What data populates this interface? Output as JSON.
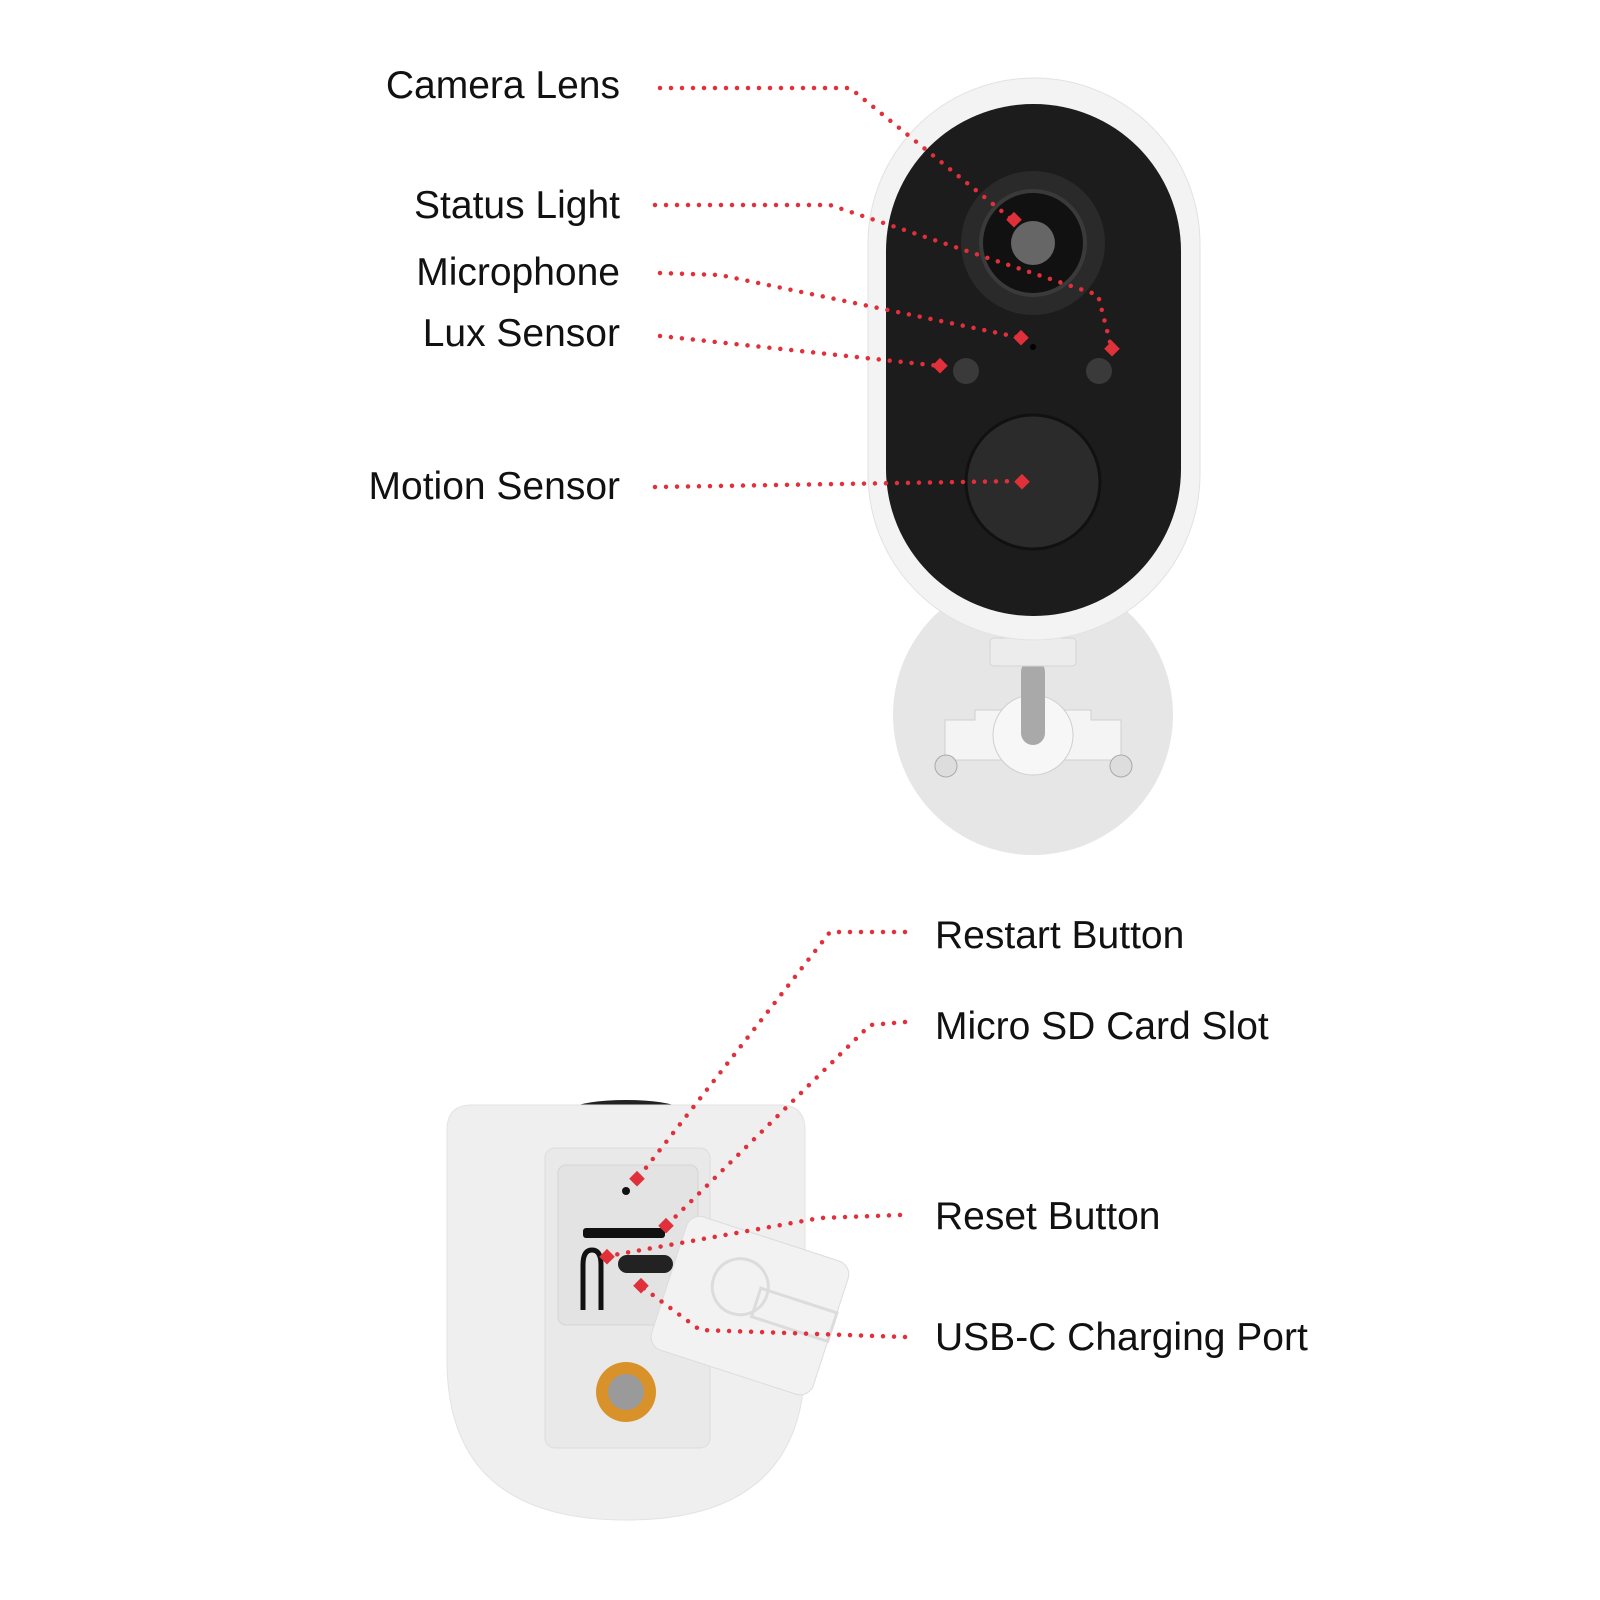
{
  "front_labels": [
    "Camera Lens",
    "Status Light",
    "Microphone",
    "Lux Sensor",
    "Motion Sensor"
  ],
  "bottom_labels": [
    "Restart Button",
    "Micro SD Card Slot",
    "Reset Button",
    "USB-C Charging Port"
  ],
  "colors": {
    "leader": "#e0303a",
    "camera_face": "#1c1c1c",
    "body": "#f2f2f2",
    "mount_ring": "#d9922a"
  }
}
